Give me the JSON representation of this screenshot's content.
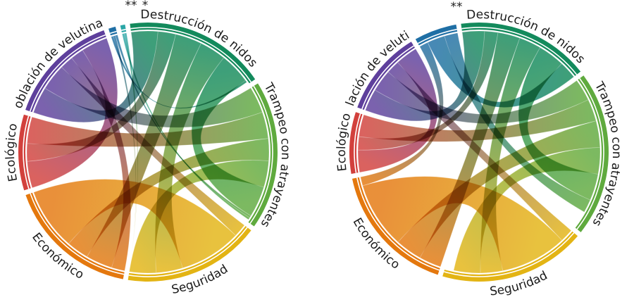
{
  "colors": {
    "Población de velutinas": "#5e3f9c",
    "**": "#1f6fa5",
    "*": "#2aa6a6",
    "Destrucción de nidos": "#138a5c",
    "Trampeo con atrayentes": "#5faa3e",
    "Seguridad": "#e3b414",
    "Económico": "#e4780e",
    "Ecológico": "#d2403c"
  },
  "chart_data": [
    {
      "type": "chord",
      "title": "",
      "sectors": [
        {
          "label": "Destrucción de nidos",
          "value": 60
        },
        {
          "label": "Trampeo con atrayentes",
          "value": 63
        },
        {
          "label": "Seguridad",
          "value": 58
        },
        {
          "label": "Económico",
          "value": 56
        },
        {
          "label": "Ecológico",
          "value": 32
        },
        {
          "label": "Población de velutinas",
          "value": 48
        },
        {
          "label": "**",
          "value": 3
        },
        {
          "label": "*",
          "value": 2
        }
      ],
      "links": [
        {
          "source": "Población de velutinas",
          "target": "Destrucción de nidos",
          "value": 12
        },
        {
          "source": "Población de velutinas",
          "target": "Trampeo con atrayentes",
          "value": 12
        },
        {
          "source": "Población de velutinas",
          "target": "Seguridad",
          "value": 6
        },
        {
          "source": "Población de velutinas",
          "target": "Económico",
          "value": 6
        },
        {
          "source": "Población de velutinas",
          "target": "Ecológico",
          "value": 12
        },
        {
          "source": "Ecológico",
          "target": "Destrucción de nidos",
          "value": 8
        },
        {
          "source": "Ecológico",
          "target": "Trampeo con atrayentes",
          "value": 12
        },
        {
          "source": "Económico",
          "target": "Destrucción de nidos",
          "value": 12
        },
        {
          "source": "Económico",
          "target": "Trampeo con atrayentes",
          "value": 10
        },
        {
          "source": "Económico",
          "target": "Seguridad",
          "value": 28
        },
        {
          "source": "Seguridad",
          "target": "Destrucción de nidos",
          "value": 12
        },
        {
          "source": "Seguridad",
          "target": "Trampeo con atrayentes",
          "value": 12
        },
        {
          "source": "Destrucción de nidos",
          "target": "Trampeo con atrayentes",
          "value": 14
        },
        {
          "source": "**",
          "target": "Destrucción de nidos",
          "value": 1
        },
        {
          "source": "**",
          "target": "Seguridad",
          "value": 1
        },
        {
          "source": "**",
          "target": "Trampeo con atrayentes",
          "value": 1
        },
        {
          "source": "*",
          "target": "Trampeo con atrayentes",
          "value": 1
        },
        {
          "source": "*",
          "target": "Seguridad",
          "value": 1
        }
      ]
    },
    {
      "type": "chord",
      "title": "",
      "sectors": [
        {
          "label": "Destrucción de nidos",
          "value": 56
        },
        {
          "label": "Trampeo con atrayentes",
          "value": 70
        },
        {
          "label": "Seguridad",
          "value": 62
        },
        {
          "label": "Económico",
          "value": 56
        },
        {
          "label": "Ecológico",
          "value": 26
        },
        {
          "label": "Población de velutinas",
          "value": 36
        },
        {
          "label": "**",
          "value": 18
        }
      ],
      "links": [
        {
          "source": "Población de velutinas",
          "target": "Destrucción de nidos",
          "value": 10
        },
        {
          "source": "Población de velutinas",
          "target": "Trampeo con atrayentes",
          "value": 10
        },
        {
          "source": "Población de velutinas",
          "target": "Seguridad",
          "value": 6
        },
        {
          "source": "Población de velutinas",
          "target": "Ecológico",
          "value": 10
        },
        {
          "source": "Ecológico",
          "target": "Destrucción de nidos",
          "value": 6
        },
        {
          "source": "Ecológico",
          "target": "Trampeo con atrayentes",
          "value": 10
        },
        {
          "source": "Económico",
          "target": "Destrucción de nidos",
          "value": 10
        },
        {
          "source": "Económico",
          "target": "Trampeo con atrayentes",
          "value": 12
        },
        {
          "source": "Económico",
          "target": "Seguridad",
          "value": 30
        },
        {
          "source": "Económico",
          "target": "**",
          "value": 4
        },
        {
          "source": "Seguridad",
          "target": "Destrucción de nidos",
          "value": 10
        },
        {
          "source": "Seguridad",
          "target": "Trampeo con atrayentes",
          "value": 12
        },
        {
          "source": "Destrucción de nidos",
          "target": "Trampeo con atrayentes",
          "value": 12
        },
        {
          "source": "**",
          "target": "Destrucción de nidos",
          "value": 8
        },
        {
          "source": "**",
          "target": "Trampeo con atrayentes",
          "value": 6
        }
      ]
    }
  ]
}
